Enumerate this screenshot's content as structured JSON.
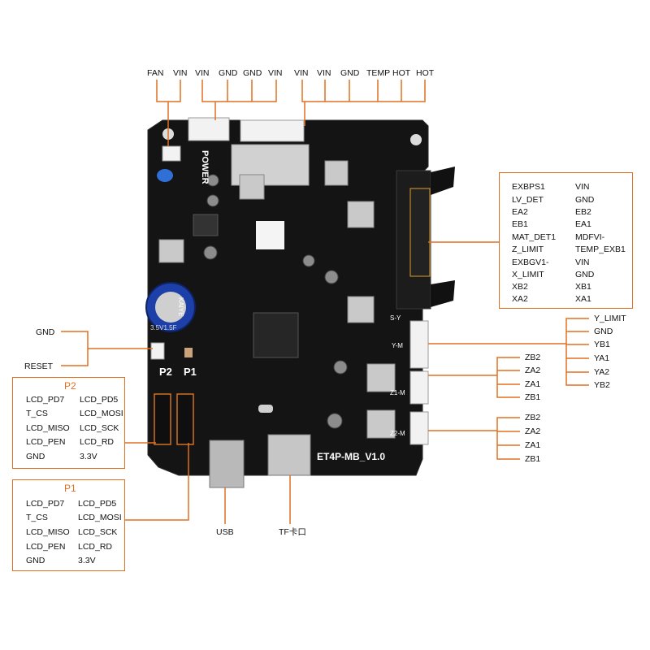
{
  "top_labels": {
    "fan": "FAN",
    "vin1": "VIN",
    "vin2": "VIN",
    "gnd1": "GND",
    "gnd2": "GND",
    "vin3": "VIN",
    "vin4": "VIN",
    "vin5": "VIN",
    "gnd3": "GND",
    "temp": "TEMP",
    "hot1": "HOT",
    "hot2": "HOT"
  },
  "left_labels": {
    "gnd": "GND",
    "reset": "RESET"
  },
  "board": {
    "power": "POWER",
    "p2": "P2",
    "p1": "P1",
    "model": "ET4P-MB_V1.0",
    "cap_brand": "KAIYE",
    "cap_value": "3.5V1.5F",
    "ym": "Y-M",
    "zm": "Z1-M",
    "zzm": "Z2-M",
    "sy": "S-Y"
  },
  "p2": {
    "title": "P2",
    "rows": [
      [
        "LCD_PD7",
        "LCD_PD5"
      ],
      [
        "T_CS",
        "LCD_MOSI"
      ],
      [
        "LCD_MISO",
        "LCD_SCK"
      ],
      [
        "LCD_PEN",
        "LCD_RD"
      ],
      [
        "GND",
        "3.3V"
      ]
    ]
  },
  "p1": {
    "title": "P1",
    "rows": [
      [
        "LCD_PD7",
        "LCD_PD5"
      ],
      [
        "T_CS",
        "LCD_MOSI"
      ],
      [
        "LCD_MISO",
        "LCD_SCK"
      ],
      [
        "LCD_PEN",
        "LCD_RD"
      ],
      [
        "GND",
        "3.3V"
      ]
    ]
  },
  "ext_connector": {
    "rows": [
      [
        "EXBPS1",
        "VIN"
      ],
      [
        "LV_DET",
        "GND"
      ],
      [
        "EA2",
        "EB2"
      ],
      [
        "EB1",
        "EA1"
      ],
      [
        "MAT_DET1",
        "MDFVI-"
      ],
      [
        "Z_LIMIT",
        "TEMP_EXB1"
      ],
      [
        "EXBGV1-",
        "VIN"
      ],
      [
        "X_LIMIT",
        "GND"
      ],
      [
        "XB2",
        "XB1"
      ],
      [
        "XA2",
        "XA1"
      ]
    ]
  },
  "y_connector": [
    "Y_LIMIT",
    "GND",
    "YB1",
    "YA1",
    "YA2",
    "YB2"
  ],
  "z1_connector": [
    "ZB2",
    "ZA2",
    "ZA1",
    "ZB1"
  ],
  "z2_connector": [
    "ZB2",
    "ZA2",
    "ZA1",
    "ZB1"
  ],
  "bottom_labels": {
    "usb": "USB",
    "tf": "TF卡口"
  },
  "colors": {
    "accent": "#e07020",
    "pcb": "#141414"
  }
}
